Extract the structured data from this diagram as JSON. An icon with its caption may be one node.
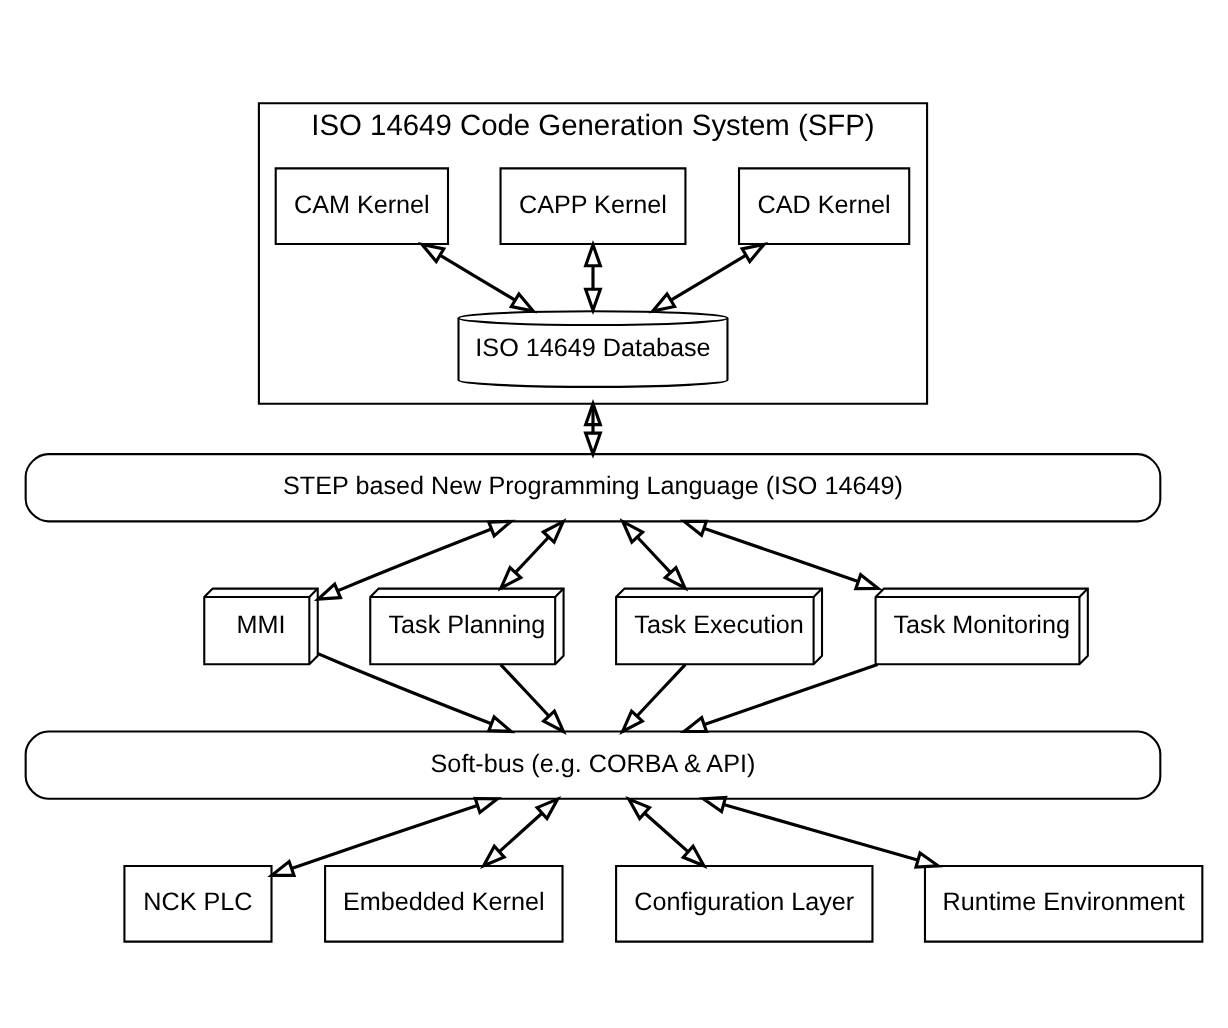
{
  "diagram": {
    "nodes": [
      {
        "text": [
          "ISO 14649 Code Generation System (SFP)"
        ]
      },
      {
        "text": [
          "CAD Kernel"
        ],
        "in": 0
      },
      {
        "text": [
          "CAPP Kernel"
        ],
        "in": 0
      },
      {
        "text": [
          "CAM Kernel"
        ],
        "in": 0
      },
      {
        "text": [
          "ISO 14649 Database"
        ],
        "in": 0
      },
      {
        "text": [
          "STEP based New Programming Language (ISO 14649)"
        ]
      },
      {
        "text": [
          "MMI"
        ]
      },
      {
        "text": [
          "Task Planning"
        ]
      },
      {
        "text": [
          "Task Execution"
        ]
      },
      {
        "text": [
          "Task Monitoring"
        ]
      },
      {
        "text": [
          "Soft-bus (e.g. CORBA & API)"
        ]
      },
      {
        "text": [
          "NCK PLC"
        ]
      },
      {
        "text": [
          "Embedded Kernel"
        ]
      },
      {
        "text": [
          "Configuration Layer"
        ]
      },
      {
        "text": [
          "Runtime Environment"
        ]
      }
    ],
    "edges": [
      {
        "from": 1,
        "to": 4,
        "arrow": "both"
      },
      {
        "from": 2,
        "to": 4,
        "arrow": "both"
      },
      {
        "from": 3,
        "to": 4,
        "arrow": "both"
      },
      {
        "from": 0,
        "to": 5,
        "arrow": "both"
      },
      {
        "from": 5,
        "to": 6,
        "arrow": "both"
      },
      {
        "from": 5,
        "to": 7,
        "arrow": "both"
      },
      {
        "from": 5,
        "to": 8,
        "arrow": "both"
      },
      {
        "from": 5,
        "to": 9,
        "arrow": "both"
      },
      {
        "from": 6,
        "to": 10,
        "arrow": "to"
      },
      {
        "from": 7,
        "to": 10,
        "arrow": "to"
      },
      {
        "from": 8,
        "to": 10,
        "arrow": "to"
      },
      {
        "from": 9,
        "to": 10,
        "arrow": "to"
      },
      {
        "from": 10,
        "to": 11,
        "arrow": "both"
      },
      {
        "from": 10,
        "to": 12,
        "arrow": "both"
      },
      {
        "from": 10,
        "to": 13,
        "arrow": "both"
      },
      {
        "from": 10,
        "to": 14,
        "arrow": "both"
      }
    ]
  }
}
